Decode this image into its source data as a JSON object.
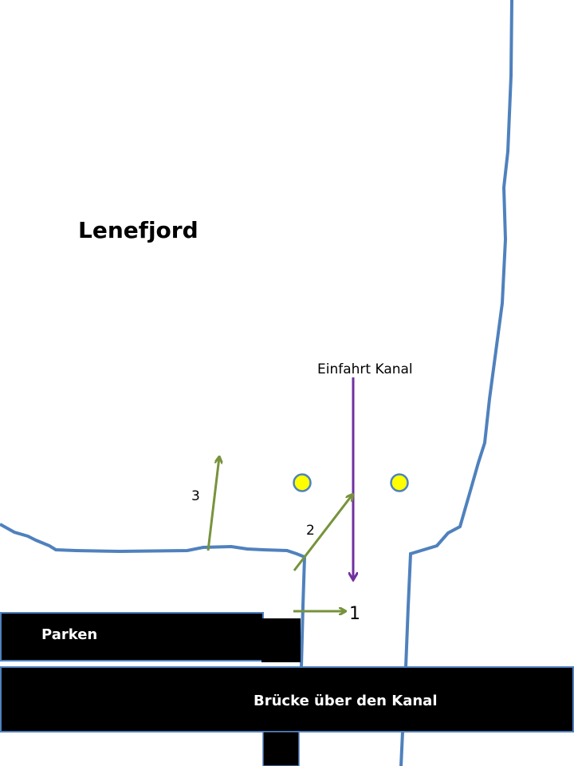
{
  "title": "Lenefjord",
  "channel_entrance": "Einfahrt Kanal",
  "markers": [
    "1",
    "2",
    "3"
  ],
  "parking": "Parken",
  "bridge": "Brücke über den Kanal",
  "colors": {
    "shore": "#4f81bd",
    "arrow": "#77933c",
    "entrance_arrow": "#7030a0",
    "buoy": "#ffff00"
  }
}
